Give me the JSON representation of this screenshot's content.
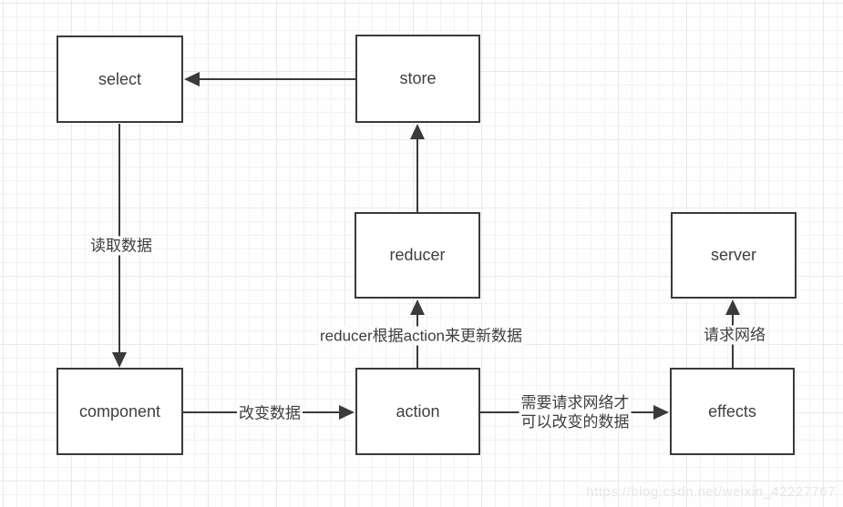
{
  "diagram": {
    "nodes": {
      "select": {
        "label": "select"
      },
      "store": {
        "label": "store"
      },
      "reducer": {
        "label": "reducer"
      },
      "component": {
        "label": "component"
      },
      "action": {
        "label": "action"
      },
      "server": {
        "label": "server"
      },
      "effects": {
        "label": "effects"
      }
    },
    "edge_labels": {
      "read_data": "读取数据",
      "reducer_update": "reducer根据action来更新数据",
      "change_data": "改变数据",
      "network_line1": "需要请求网络才",
      "network_line2": "可以改变的数据",
      "request_network": "请求网络"
    }
  },
  "watermark": "https://blog.csdn.net/weixin_42227767",
  "colors": {
    "stroke": "#3a3a3a",
    "node_fill": "#ffffff",
    "grid_minor": "#f2f2f2",
    "grid_major": "#e9e9e9",
    "watermark": "#e7e7e7",
    "background": "#fefefe"
  }
}
